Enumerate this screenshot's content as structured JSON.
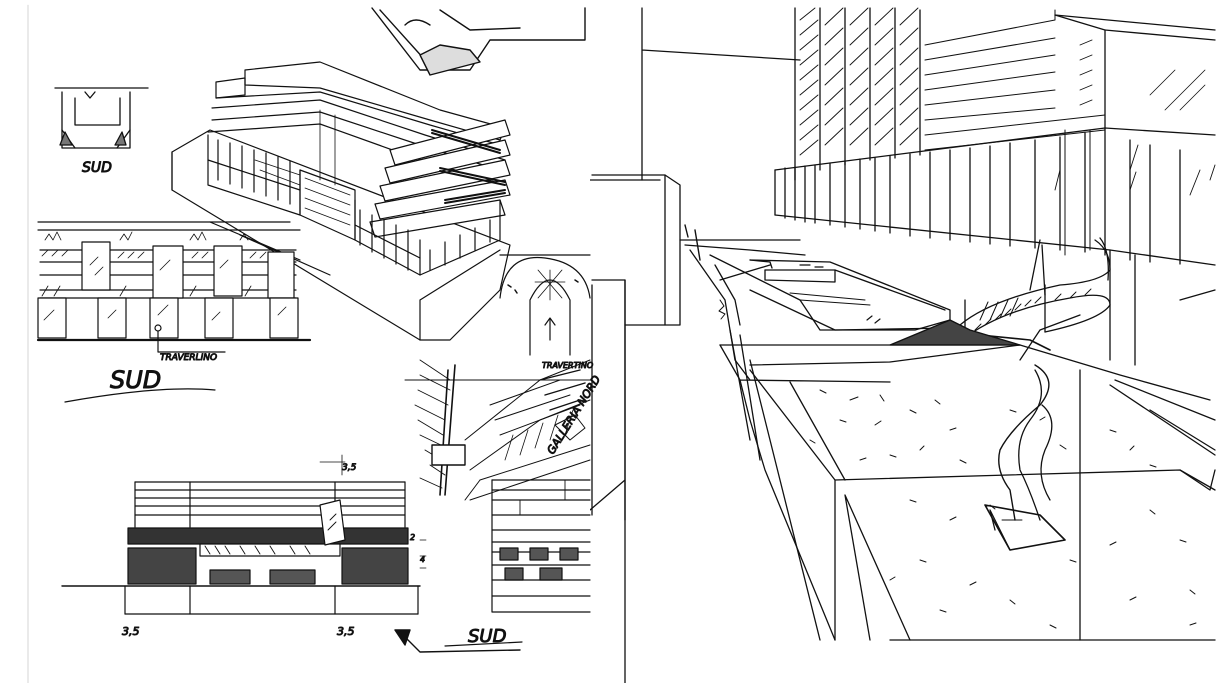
{
  "sheet": {
    "background_color": "#ffffff",
    "ink_color": "#111111"
  },
  "annotations": {
    "sud_small": "SUD",
    "sud_large": "SUD",
    "sud_bottom": "SUD",
    "traverline": "TRAVERLINO",
    "travertino_right": "TRAVERTINO",
    "galleria_nord": "GALLERIA NORD",
    "dim_35_left": "3,5",
    "dim_35_mid": "3,5",
    "dim_35_top": "3,5",
    "dim_small_1": "2",
    "dim_small_2": "4"
  },
  "icons": {
    "north_arrow": "north-arrow-icon",
    "sculpture": "sculpture-icon"
  }
}
